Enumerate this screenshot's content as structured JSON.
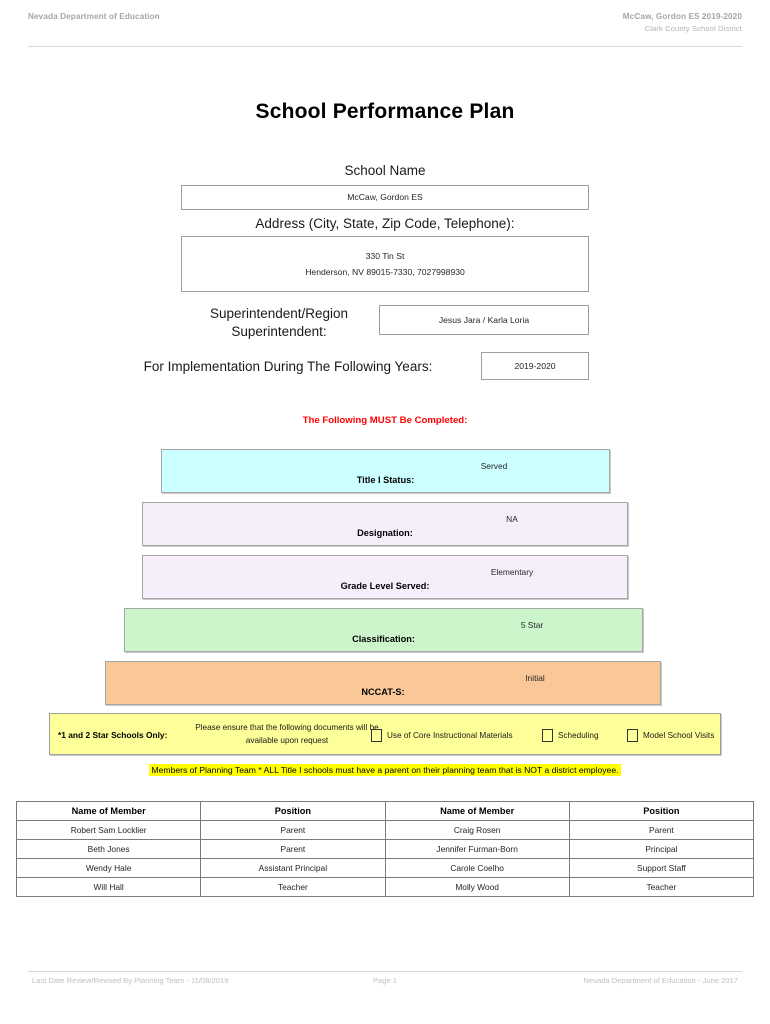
{
  "header": {
    "left": "Nevada Department of Education",
    "right_line1": "McCaw, Gordon ES  2019-2020",
    "right_line2": "Clark County School District"
  },
  "title": "School Performance Plan",
  "fields": {
    "school_name_label": "School Name",
    "school_name_value": "McCaw, Gordon ES",
    "address_label": "Address (City, State, Zip Code, Telephone):",
    "address_line1": "330 Tin St",
    "address_line2": "Henderson, NV  89015-7330, 7027998930",
    "superintendent_label": "Superintendent/Region Superintendent:",
    "superintendent_value": "Jesus Jara / Karla Loria",
    "years_label": "For Implementation During The Following Years:",
    "years_value": "2019-2020"
  },
  "must_complete_notice": "The Following MUST Be Completed:",
  "status_bars": [
    {
      "label": "Title I Status:",
      "value": "Served",
      "color": "#ccffff"
    },
    {
      "label": "Designation:",
      "value": "NA",
      "color": "#f7eefc"
    },
    {
      "label": "Grade Level Served:",
      "value": "Elementary",
      "color": "#f7eefc"
    },
    {
      "label": "Classification:",
      "value": "5 Star",
      "color": "#ccf5cc"
    },
    {
      "label": "NCCAT-S:",
      "value": "Initial",
      "color": "#fac898"
    }
  ],
  "star_schools": {
    "title": "*1 and 2 Star Schools Only:",
    "note": "Please ensure that the following documents will be available upon request",
    "checkboxes": [
      {
        "label": "Use of Core Instructional Materials",
        "checked": false
      },
      {
        "label": "Scheduling",
        "checked": false
      },
      {
        "label": "Model School Visits",
        "checked": false
      }
    ]
  },
  "planning_highlight": "Members of Planning Team * ALL Title I schools must have a parent on their planning team that is NOT a district employee.",
  "members_table": {
    "headers": [
      "Name of Member",
      "Position",
      "Name of Member",
      "Position"
    ],
    "rows": [
      [
        "Robert Sam Locklier",
        "Parent",
        "Craig Rosen",
        "Parent"
      ],
      [
        "Beth Jones",
        "Parent",
        "Jennifer Furman-Born",
        "Principal"
      ],
      [
        "Wendy Hale",
        "Assistant Principal",
        "Carole Coelho",
        "Support Staff"
      ],
      [
        "Will Hall",
        "Teacher",
        "Molly Wood",
        "Teacher"
      ]
    ]
  },
  "footer": {
    "left": "Last Date Review/Revised By Planning Team - 11/08/2019",
    "center": "Page 1",
    "right": "Nevada Department of Education - June 2017"
  }
}
